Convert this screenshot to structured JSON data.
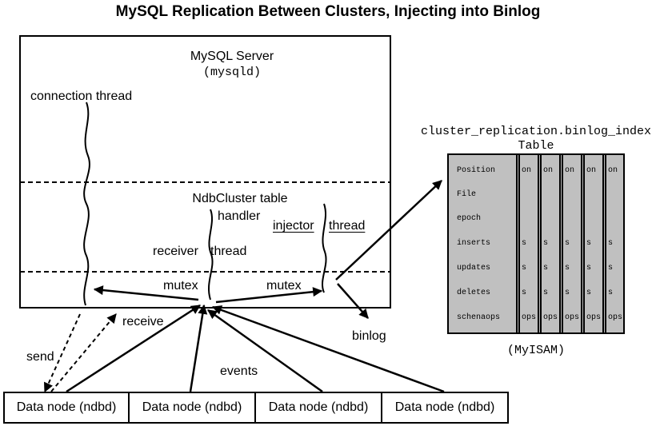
{
  "title": "MySQL Replication Between Clusters, Injecting into Binlog",
  "server": {
    "name": "MySQL Server",
    "process": "(mysqld)",
    "connection_thread": "connection thread",
    "ndbcluster_line1": "NdbCluster table",
    "ndbcluster_line2": "handler",
    "receiver": "receiver",
    "receiver_thread": "thread",
    "injector": "injector",
    "injector_thread": "thread",
    "mutex_left": "mutex",
    "mutex_right": "mutex"
  },
  "flows": {
    "send": "send",
    "receive": "receive",
    "events": "events",
    "binlog": "binlog"
  },
  "table": {
    "title": "cluster_replication.binlog_index",
    "subtitle": "Table",
    "engine": "(MyISAM)",
    "rows": [
      {
        "label": "Position",
        "cells": [
          "on",
          "on",
          "on",
          "on",
          "on"
        ]
      },
      {
        "label": "File",
        "cells": [
          "",
          "",
          "",
          "",
          ""
        ]
      },
      {
        "label": "epoch",
        "cells": [
          "",
          "",
          "",
          "",
          ""
        ]
      },
      {
        "label": "inserts",
        "cells": [
          "s",
          "s",
          "s",
          "s",
          "s"
        ]
      },
      {
        "label": "updates",
        "cells": [
          "s",
          "s",
          "s",
          "s",
          "s"
        ]
      },
      {
        "label": "deletes",
        "cells": [
          "s",
          "s",
          "s",
          "s",
          "s"
        ]
      },
      {
        "label": "schenaops",
        "cells": [
          "ops",
          "ops",
          "ops",
          "ops",
          "ops"
        ]
      }
    ]
  },
  "data_nodes": [
    "Data node (ndbd)",
    "Data node (ndbd)",
    "Data node (ndbd)",
    "Data node (ndbd)"
  ],
  "colors": {
    "table_fill": "#c0c0c0",
    "ink": "#000000",
    "background": "#ffffff"
  }
}
